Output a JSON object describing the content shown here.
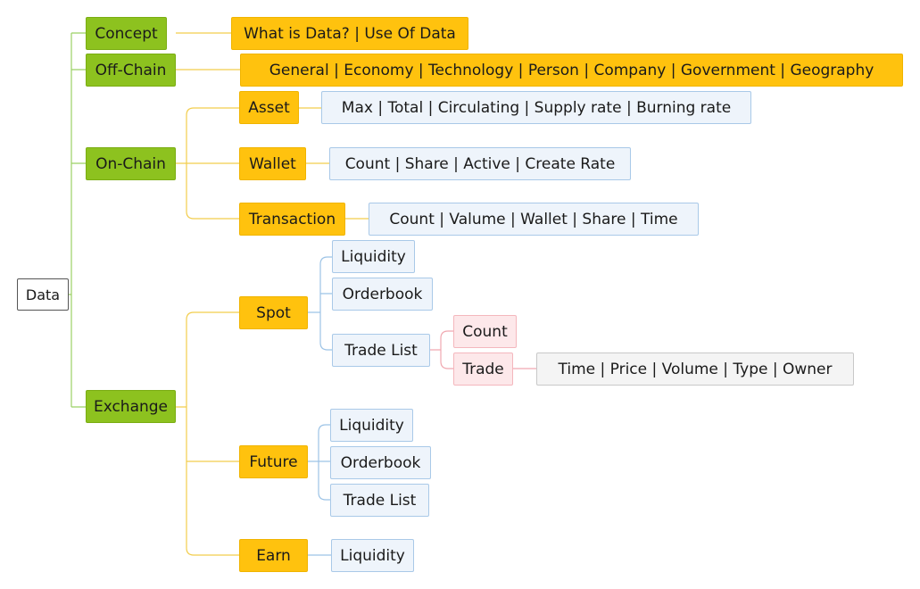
{
  "root": "Data",
  "branches": {
    "concept": {
      "label": "Concept",
      "detail": "What is Data? | Use Of Data"
    },
    "offchain": {
      "label": "Off-Chain",
      "detail": "General | Economy | Technology | Person | Company | Government | Geography"
    },
    "onchain": {
      "label": "On-Chain",
      "asset": {
        "label": "Asset",
        "detail": "Max | Total | Circulating | Supply rate | Burning rate"
      },
      "wallet": {
        "label": "Wallet",
        "detail": "Count | Share | Active | Create Rate"
      },
      "transaction": {
        "label": "Transaction",
        "detail": "Count | Valume | Wallet | Share | Time"
      }
    },
    "exchange": {
      "label": "Exchange",
      "spot": {
        "label": "Spot",
        "liquidity": "Liquidity",
        "orderbook": "Orderbook",
        "tradelist": {
          "label": "Trade List",
          "count": "Count",
          "trade": {
            "label": "Trade",
            "detail": "Time | Price | Volume | Type | Owner"
          }
        }
      },
      "future": {
        "label": "Future",
        "liquidity": "Liquidity",
        "orderbook": "Orderbook",
        "tradelist": "Trade List"
      },
      "earn": {
        "label": "Earn",
        "liquidity": "Liquidity"
      }
    }
  }
}
